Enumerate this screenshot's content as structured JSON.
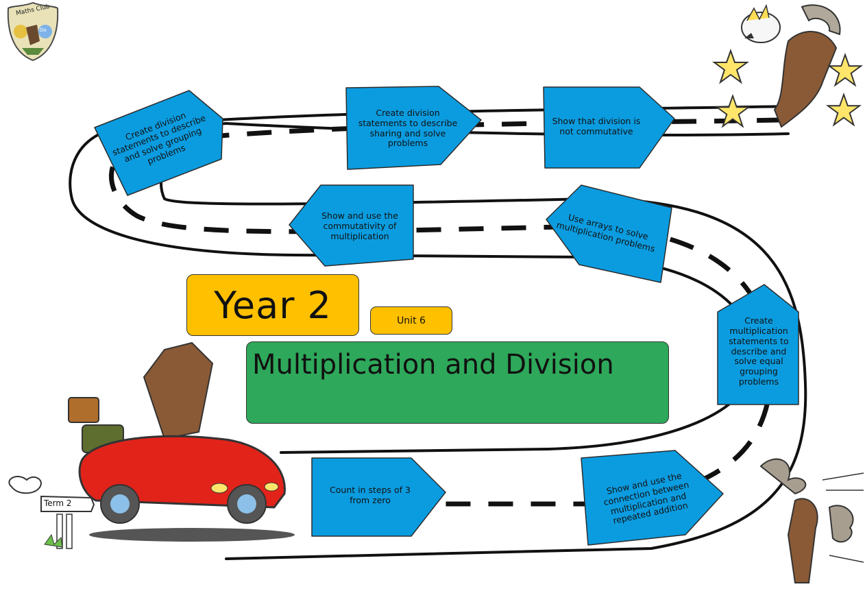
{
  "logo": {
    "text": "Maths Club",
    "badge_text": "Do"
  },
  "heading": {
    "year": "Year 2",
    "unit": "Unit 6",
    "topic": "Multiplication and Division"
  },
  "road_steps": [
    "Create division statements to describe and solve grouping problems",
    "Create division statements to describe sharing and solve problems",
    "Show that division is not commutative",
    "Show and use the commutativity of multiplication",
    "Use arrays to solve multiplication problems",
    "Create multiplication statements to describe and solve equal grouping problems",
    "Count in steps of 3 from zero",
    "Show and use the connection between multiplication and repeated addition"
  ],
  "signpost": {
    "text": "Term 2"
  },
  "colors": {
    "step_fill": "#0b9ce0",
    "year_fill": "#ffc000",
    "topic_fill": "#2ea85a",
    "car": "#e2231a",
    "star": "#ffe66b"
  }
}
